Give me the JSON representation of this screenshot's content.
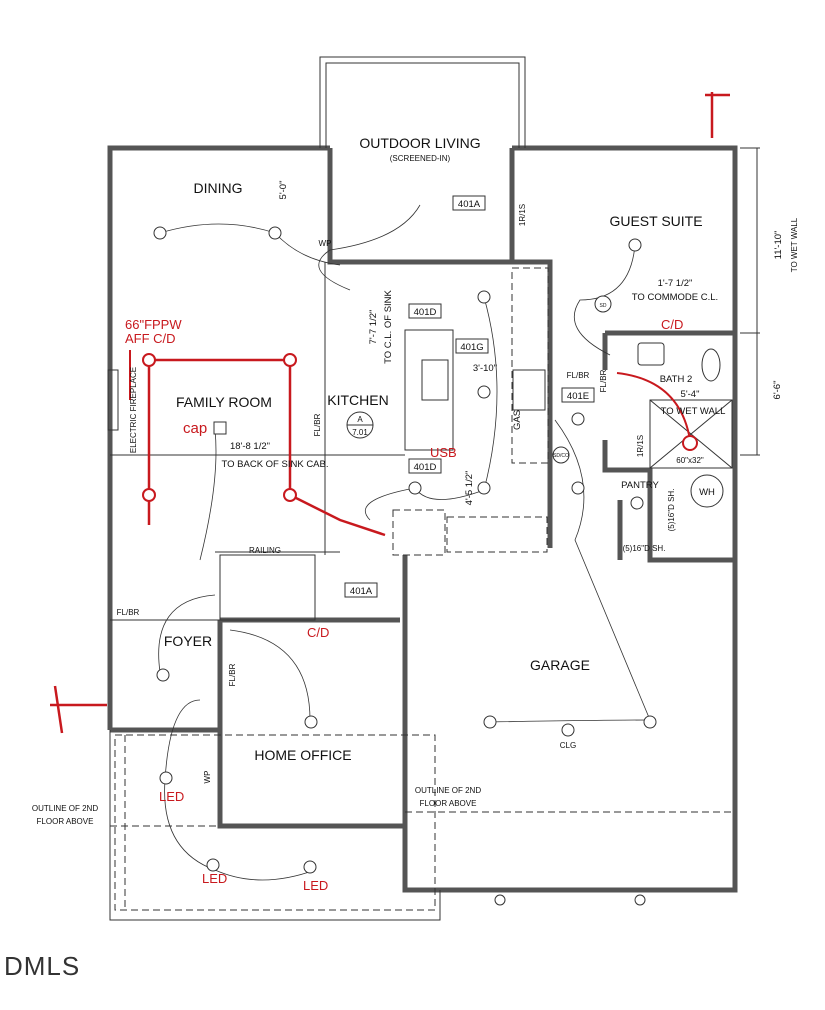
{
  "plan": {
    "rooms": {
      "outdoor_living": "OUTDOOR LIVING",
      "screened_in": "(SCREENED-IN)",
      "dining": "DINING",
      "guest_suite": "GUEST SUITE",
      "family_room": "FAMILY ROOM",
      "kitchen": "KITCHEN",
      "bath2": "BATH 2",
      "pantry": "PANTRY",
      "foyer": "FOYER",
      "garage": "GARAGE",
      "home_office": "HOME OFFICE"
    },
    "tags": {
      "t401a_top": "401A",
      "t401d_top": "401D",
      "t401g": "401G",
      "t401e": "401E",
      "t401d_bottom": "401D",
      "t401a_stair": "401A"
    },
    "dimensions": {
      "d5_0": "5'-0\"",
      "d11_10": "11'-10\"",
      "to_wet_wall_v": "TO WET WALL",
      "d1_7": "1'-7 1/2\"",
      "to_commode": "TO COMMODE C.L.",
      "d7_7": "7'-7 1/2\"",
      "to_cl_sink": "TO C.L. OF SINK",
      "d3_10": "3'-10\"",
      "d5_4": "5'-4\"",
      "to_wet_wall": "TO WET WALL",
      "d6_6": "6'-6\"",
      "d18_8": "18'-8 1/2\"",
      "to_back_sink": "TO BACK OF SINK CAB.",
      "d4_5": "4'-5 1/2\"",
      "shower": "60\"x32\""
    },
    "notes": {
      "wp_top": "WP",
      "rr_is_1": "1R/1S",
      "rr_is_2": "1R/1S",
      "electric_fireplace": "ELECTRIC FIREPLACE",
      "fl_br_1": "FL/BR",
      "fl_br_2": "FL/BR",
      "fl_br_3": "FL/BR",
      "fl_br_4": "FL/BR",
      "fl_br_5": "FL/BR",
      "gas": "GAS",
      "section_a": "A",
      "section_sheet": "7.01",
      "shelf_v": "(5)16\"D SH.",
      "shelf_h": "(5)16\"D SH.",
      "wh": "WH",
      "railing": "RAILING",
      "clg": "CLG",
      "wp_porch": "WP",
      "outline_1a": "OUTLINE OF 2ND",
      "outline_1b": "FLOOR ABOVE",
      "outline_2a": "OUTLINE OF 2ND",
      "outline_2b": "FLOOR ABOVE",
      "sd": "SD",
      "sdco": "SD/CO"
    },
    "markups": {
      "fppw_1": "66\"FPPW",
      "fppw_2": "AFF C/D",
      "cap": "cap",
      "usb": "USB",
      "cd_bath": "C/D",
      "cd_office": "C/D",
      "led_1": "LED",
      "led_2": "LED",
      "led_3": "LED"
    },
    "watermark": "DMLS",
    "colors": {
      "markup": "#c8191e",
      "wall": "#555555"
    }
  }
}
